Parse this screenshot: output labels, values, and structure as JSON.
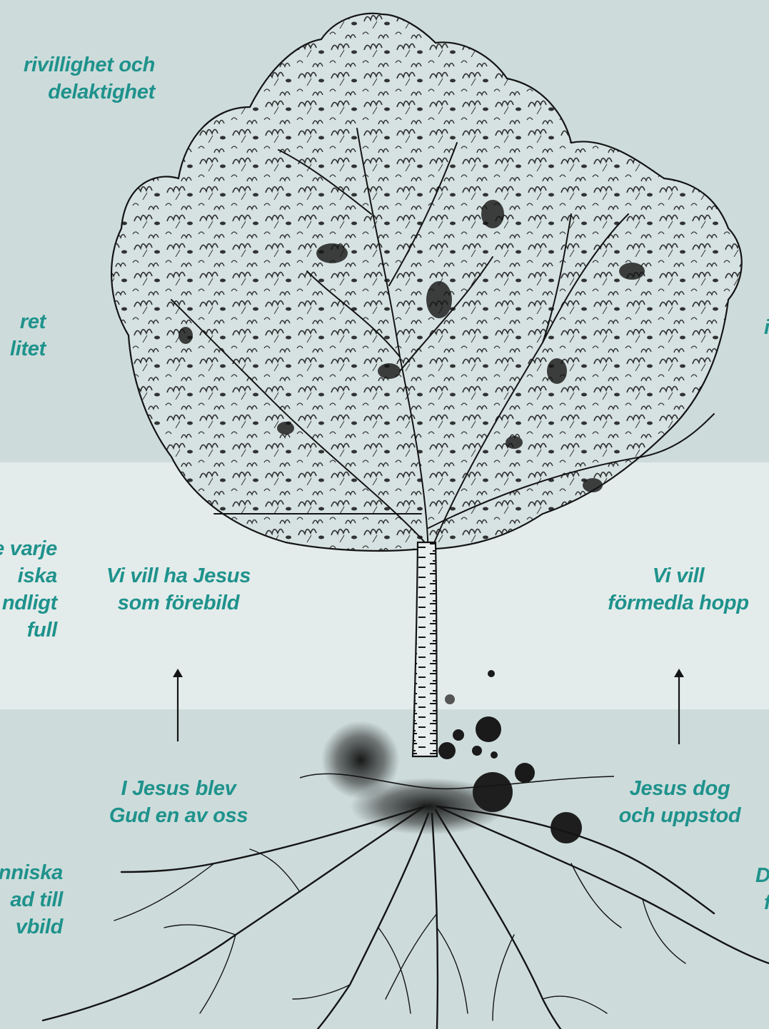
{
  "colors": {
    "label": "#1f928c",
    "band_top": "#cddcdb",
    "band_middle": "#e3eceb",
    "band_bottom": "#cddcdb",
    "ink": "#141414"
  },
  "illustration": {
    "icon": "tree-illustration-icon"
  },
  "labels": {
    "top_left_1": [
      "rivillighet och",
      "delaktighet"
    ],
    "top_left_2": [
      "ret",
      "litet"
    ],
    "top_right_fragment": "i",
    "mid_left_partial": [
      "e varje",
      "iska",
      "ndligt",
      "full"
    ],
    "mid_center_left": [
      "Vi vill ha Jesus",
      "som förebild"
    ],
    "mid_center_right": [
      "Vi vill",
      "förmedla hopp"
    ],
    "bot_center_left": [
      "I Jesus blev",
      "Gud en av oss"
    ],
    "bot_center_right": [
      "Jesus dog",
      "och uppstod"
    ],
    "bot_left_partial": [
      "nniska",
      "ad till",
      "vbild"
    ],
    "bot_right_partial": [
      "D",
      "f"
    ]
  }
}
